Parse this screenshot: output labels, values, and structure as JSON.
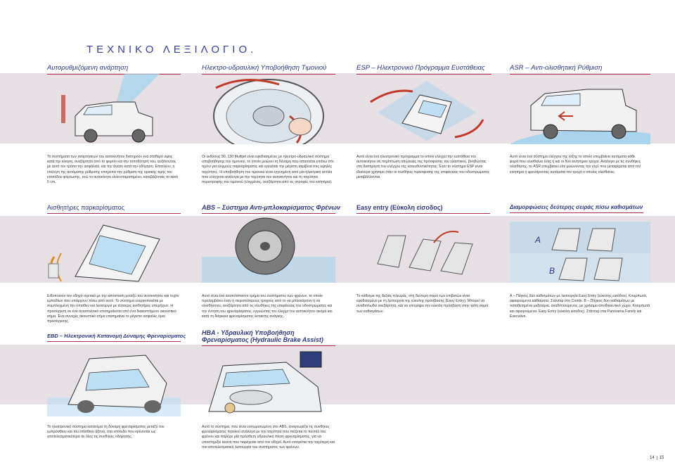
{
  "page_title": "ΤΕΧΝΙΚΟ ΛΕΞΙΛΟΓΙΟ.",
  "sections": {
    "auto_suspension": {
      "heading": "Αυτορυθμιζόμενη ανάρτηση",
      "text": "Το συστήματα των αναρτήσεων του αυτοκινήτου διατηρούν ένα σταθερό ύψος κατά την κίνηση, ανεξάρτητα από το φορτίο και την τοποθέτησή του, αυξάνοντας με αυτό τον τρόπο την ασφάλεια, και την άνεση κατά την οδήγηση. Επιπλέον, η επιλογή της αυτόματης ρύθμισης επιτρέπει την ρύθμιση της οριακής τιμής του επιπέδου φόρτωσης, ενώ το αυτοκίνητο είναι σταματημένο, κατεβάζοντάς το κατά 5 cm."
    },
    "power_steering": {
      "heading": "Ηλεκτρο-υδραυλική Υποβοήθηση Τιμονιού",
      "text": "Οι εκδόσεις 90, 130 Multijet είναι εφοδιασμένες με ηλεκτρο-υδραυλικό σύστημα υποβοήθησης του τιμονιού, το οποίο μειώνει τη δύναμη που απαιτείται επάνω στο τιμόνι για ελιγμούς παρκαρίσματος και εγγυάται την μέγιστη ακρίβεια στις υψηλές ταχύτητες. Η υποβοήθηση του τιμονιού είναι εγγυημένη από μία ηλεκτρική αντλία που ελέγχεται ανάλογα με την ταχύτητα του αυτοκινήτου και τη ταχύτητα περιστροφής του τιμονιού (ελιγμένος, ανεξάρτητα από τις στροφές του κινητήρα)."
    },
    "esp": {
      "heading": "ESP – Ηλεκτρονικό Πρόγραμμα Ευστάθειας",
      "text": "Αυτό είναι ένα ηλεκτρονικό πρόγραμμα το οποίο ελέγχει την ευστάθεια του αυτοκινήτου σε περίπτωση απώλειας της πρόσφυσης του ελαστικού, βοηθώντας στη διατήρηση του ελέγχου της κατευθυντικότητας. Έτσι το σύστημα ESP είναι ιδιαίτερα χρήσιμο όταν οι συνθήκες πρόσφυσης της επιφάνειας του οδοστρώματος μεταβάλλονται."
    },
    "asr": {
      "heading": "ASR – Αντι-ολισθητική Ρύθμιση",
      "text": "Αυτό είναι ένα σύστημα ελέγχου της έλξης το οποίο επεμβαίνει αυτόματα κάθε φορά που ολισθαίνει ένας ή και οι δύο κινητήριοι τροχοί. Ανάλογα με τις συνθήκες ολίσθησης, το ASR επεμβαίνει είτε μειώνοντας την ισχύ που μεταφέρεται από τον κινητήρα ή φρενάροντας αυτόματα τον τροχό ο οποίος ολισθαίνει."
    },
    "parking_sensors": {
      "heading": "Αισθητήρες παρκαρίσματος",
      "text": "Ειδοποιούν τον οδηγό σχετικά με την απόσταση μεταξύ του αυτοκινήτου και τυχόν εμποδίων που υπάρχουν πίσω από αυτό. Το σύστημα ενεργοποιείται με συμπλεγμένη την όπισθεν και λειτουργεί με τέσσερις αισθητήρες υπερήχων. Η προσέγγιση σε ένα ανασταλτικό επισημαίνεται από ένα διακοπτόμενο ακουστικό σήμα. Ένα συνεχές ακουστικό σήμα επισημαίνει το μέγιστο ασφαλές όριο προσέγγισης."
    },
    "abs": {
      "heading": "ABS – Σύστημα Αντι-μπλοκαρίσματος Φρένων",
      "text": "Αυτό είναι ένα αναπόσπαστο τμήμα του συστήματος των φρένων, το οποίο προλαμβάνει έναν ή περισσότερους τροχούς από το να μπλοκάρουν ή να ολισθήσουν, ανεξάρτητα από τις συνθήκες της επιφάνειας του οδοστρώματος και την ένταση του φρεναρίσματος, εγγυώντας τον έλεγχο του αυτοκινήτου ακόμα και κατά τη διάρκεια φρεναρίσματος έκτακτης ανάγκης."
    },
    "easy_entry": {
      "heading": "Easy entry (Εύκολη είσοδος)",
      "text": "Το κάθισμα της δεξιάς πλευράς, στη δεύτερη σειρά των επιβατών είναι εφοδιασμένο με τη λειτουργία της εύκολης πρόσβασης (Easy Entry). Μπορεί να αναδιπλωθεί ανεξάρτητα, και να επιτρέψει την εύκολη πρόσβαση στην τρίτη σειρά των καθισμάτων."
    },
    "second_row": {
      "heading": "Διαμορφώσεις δεύτερης σειράς πίσω καθισμάτων",
      "label_a": "A",
      "label_b": "B",
      "text": "A – Πάγκος δύο καθισμάτων με λειτουργία Easy Entry (εύκολης εισόδου). Κουμπωτά, αφαιρούμενα καθίσματα. Στάνταρ στο Combi. B – Πάγκος δύο καθισμάτων με τοποθετημένα μαξιλάρια, αναδιπλούμενος, με χρήσιμο αποθηκευτικό χώρο. Κουμπωτά και αφαιρούμενα. Easy Entry (εύκολη είσοδος). Στάνταρ στα Panorama Family και Executive."
    },
    "ebd": {
      "heading": "EBD – Ηλεκτρονική Κατανομή Δύναμης Φρεναρίσματος",
      "text": "Το ηλεκτρονικό σύστημα κατανέμει τη δύναμη φρεναρίσματος μεταξύ του εμπρόσθιου και του οπίσθιου άξονα, στα επίπεδα που κρίνονται ως αποτελεσματικότερα σε όλες τις συνθήκες οδήγησης."
    },
    "hba": {
      "heading_line1": "HBA - Υδραυλική Υποβοήθηση",
      "heading_line2": "Φρεναρίσματος (Hydraulic Brake Assist)",
      "text": "Αυτό το σύστημα, που είναι ενσωματωμένο στο ABS, αναγνωρίζει τις συνθήκες φρεναρίσματος πανικού ανάλογα με την ταχύτητα που πιέζεται το πεντάλ του φρένου και παρέχει μία πρόσθετη υδραυλική πίεση φρεναρίσματος, για να υποστηρίξει εκείνη που παρέχεται από τον οδηγό. Αυτό επιτρέπει την ταχύτερη και πιο αποτελεσματική λειτουργία του συστήματος των φρένων."
    }
  },
  "page_numbers": [
    "14",
    "15"
  ],
  "colors": {
    "title": "#3b3f9c",
    "heading": "#2d3580",
    "rule": "#b03050",
    "band": "#e6dfe3",
    "arrow": "#c0392b",
    "ice_blue": "#a9d4ec"
  }
}
